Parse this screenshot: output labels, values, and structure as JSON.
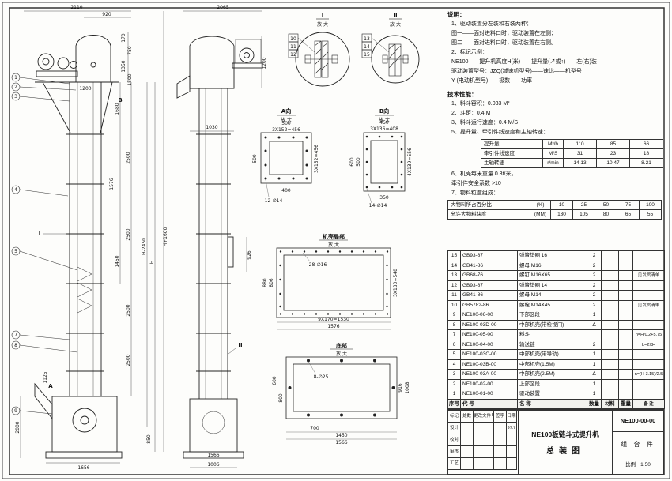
{
  "d": {
    "v1": [
      "2110",
      "920",
      "170",
      "750",
      "1350",
      "1500",
      "1200",
      "1680",
      "2500",
      "1576",
      "2500",
      "1450",
      "2500",
      "2500",
      "H+1600",
      "H-2450",
      "H",
      "1125",
      "2000",
      "850",
      "1656"
    ],
    "v2": [
      "2065",
      "1200",
      "1030",
      "926",
      "1566",
      "1006"
    ],
    "a": {
      "title": "A向",
      "sub": "放 大",
      "dims": [
        "500",
        "3X152=456",
        "500",
        "3X152=456",
        "400"
      ],
      "holes": "12-∅14"
    },
    "b": {
      "title": "B向",
      "sub": "放 大",
      "dims": [
        "450",
        "3X136=408",
        "600",
        "500",
        "4X139=556",
        "350"
      ],
      "holes": "14-∅14"
    },
    "c": {
      "title": "机壳局部",
      "sub": "放 大",
      "dims": [
        "880",
        "806",
        "3X180=540",
        "9X170=1530",
        "1576"
      ],
      "holes": "28-∅16"
    },
    "e": {
      "title": "底部",
      "sub": "放 大",
      "dims": [
        "600",
        "800",
        "916",
        "1008",
        "700",
        "1450",
        "1566"
      ],
      "holes": "8-∅25"
    },
    "i": {
      "title": "I",
      "sub": "放 大",
      "balloons": [
        "10",
        "11",
        "12"
      ]
    },
    "ii": {
      "title": "II",
      "sub": "放 大",
      "balloons": [
        "13",
        "14",
        "15"
      ]
    },
    "balloons1": [
      "1",
      "2",
      "3",
      "4",
      "5",
      "7",
      "8",
      "9"
    ],
    "marks": [
      "B",
      "A",
      "I",
      "II"
    ]
  },
  "notes": {
    "title": "说明：",
    "lines": [
      "1、驱动装置分左装和右装两种：",
      "图一——面对进料口时，驱动装置在左侧；",
      "图二——面对进料口时，驱动装置在右侧。",
      "2、标记示例：",
      "NE100——提升机高度H(米)——提升量(↗或↑)——左(右)装",
      "驱动装置型号：JZQ(减速机型号)——速比——机型号",
      "Y (电动机型号)——极数——功率"
    ]
  },
  "tech": {
    "title": "技术性能：",
    "lines": [
      "1、料斗容积：0.033 M³",
      "2、斗距：0.4 M",
      "3、料斗运行速度：0.4 M/S",
      "5、提升量、牵引件线速度和主轴转速："
    ],
    "table1": {
      "rows": [
        [
          "提升量",
          "M³/h",
          "110",
          "85",
          "66"
        ],
        [
          "牵引件线速度",
          "M/S",
          "31",
          "23",
          "18"
        ],
        [
          "主轴转速",
          "r/min",
          "14.13",
          "10.47",
          "8.21"
        ]
      ]
    },
    "lines2": [
      "6、机壳每米重量 0.3t/米，",
      "牵引件安全系数 >10",
      "7、物料粒度组成："
    ],
    "table2": {
      "rows": [
        [
          "大物料所占百分比",
          "(%)",
          "10",
          "25",
          "50",
          "75",
          "100"
        ],
        [
          "允许大物料块度",
          "(MM)",
          "130",
          "105",
          "80",
          "65",
          "55"
        ]
      ]
    }
  },
  "bom": {
    "rows": [
      [
        "15",
        "GB93-87",
        "弹簧垫圈 16",
        "2",
        "",
        "",
        ""
      ],
      [
        "14",
        "GB41-86",
        "螺母 M16",
        "2",
        "",
        "",
        ""
      ],
      [
        "13",
        "GB68-76",
        "螺钉 M16X65",
        "2",
        "",
        "",
        "见发货清单"
      ],
      [
        "12",
        "GB93-87",
        "弹簧垫圈 14",
        "2",
        "",
        "",
        ""
      ],
      [
        "11",
        "GB41-86",
        "螺母 M14",
        "2",
        "",
        "",
        ""
      ],
      [
        "10",
        "GB5782-86",
        "螺栓 M14X45",
        "2",
        "",
        "",
        "见发货清单"
      ],
      [
        "9",
        "NE100-06-00",
        "下部区段",
        "1",
        "",
        "",
        ""
      ],
      [
        "8",
        "NE100-03D-00",
        "中部机壳(带检视门)",
        "Δ",
        "",
        "",
        ""
      ],
      [
        "7",
        "NE100-05-00",
        "料斗",
        "",
        "",
        "",
        "n=H/0.2+5.75"
      ],
      [
        "6",
        "NE100-04-00",
        "输送链",
        "2",
        "",
        "",
        "L=2XH"
      ],
      [
        "5",
        "NE100-03C-00",
        "中部机壳(带导轨)",
        "1",
        "",
        "",
        ""
      ],
      [
        "4",
        "NE100-03B-00",
        "中部机壳(1.5M)",
        "1",
        "",
        "",
        ""
      ],
      [
        "3",
        "NE100-03A-00",
        "中部机壳(2.5M)",
        "Δ",
        "",
        "",
        "n=(H-3.15)/2.5"
      ],
      [
        "2",
        "NE100-02-00",
        "上部区段",
        "1",
        "",
        "",
        ""
      ],
      [
        "1",
        "NE100-01-00",
        "驱动装置",
        "1",
        "",
        "",
        ""
      ]
    ],
    "header_rows": [
      [
        "序号",
        "代  号",
        "名  称",
        "数量",
        "材料",
        "重量",
        "备 注"
      ]
    ]
  },
  "titleblock": {
    "rev_rows": [
      [
        "标记",
        "处数",
        "更改文件号",
        "签字",
        "日期"
      ],
      [
        "设计",
        "",
        "",
        "",
        "97.7"
      ],
      [
        "校对",
        "",
        "",
        "",
        ""
      ],
      [
        "审核",
        "",
        "",
        "",
        ""
      ],
      [
        "工艺",
        "",
        "",
        "",
        ""
      ]
    ],
    "product": "NE100板链斗式提升机",
    "drawing": "总装图",
    "number": "NE100-00-00",
    "kind": "组 合 件",
    "scale_label": "比例",
    "scale": "1:50"
  }
}
